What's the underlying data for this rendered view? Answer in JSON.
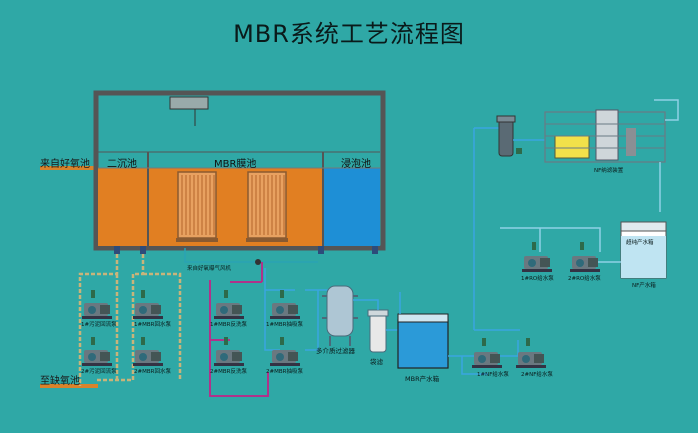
{
  "title": "MBR系统工艺流程图",
  "inlets": {
    "from": "来自好氧池",
    "to": "至缺氧池"
  },
  "sections": {
    "settling": "二沉池",
    "mbr": "MBR膜池",
    "soak": "浸泡池"
  },
  "aeration_label": "来自好氧曝气风机",
  "pumps": {
    "sludge1": "1#污泥回流泵",
    "sludge2": "2#污泥回流泵",
    "mbr_return1": "1#MBR回水泵",
    "mbr_return2": "2#MBR回水泵",
    "backwash1": "1#MBR反洗泵",
    "backwash2": "2#MBR反洗泵",
    "suction1": "1#MBR抽吸泵",
    "suction2": "2#MBR抽吸泵",
    "nf1": "1#NF给水泵",
    "nf2": "2#NF给水泵",
    "ro1": "1#RO给水泵",
    "ro2": "2#RO给水泵"
  },
  "equipment": {
    "multi_filter": "多介质过滤器",
    "bag_filter": "袋滤",
    "mbr_tank": "MBR产水箱",
    "nf_unit": "NF纳滤装置",
    "nf_tank": "NF产水箱",
    "nf_tank_inner": "超纯产水箱"
  },
  "colors": {
    "background": "#2fa8a6",
    "settling_tank": "#e17f22",
    "soak_tank": "#1e8fd6",
    "pipe_orange": "#d9832b",
    "pipe_blue": "#3aa6e0",
    "pipe_magenta": "#b0328a",
    "pipe_sand": "#c9b47a",
    "pump_green": "#2d7a3a"
  }
}
